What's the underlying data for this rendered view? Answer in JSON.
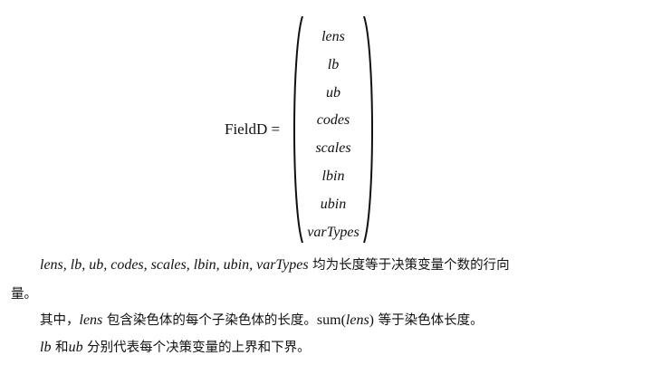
{
  "equation": {
    "lhs": "FieldD =",
    "entries": [
      "lens",
      "lb",
      "ub",
      "codes",
      "scales",
      "lbin",
      "ubin",
      "varTypes"
    ]
  },
  "paragraph1": {
    "vars": "lens, lb, ub, codes, scales, lbin, ubin, varTypes",
    "text": " 均为长度等于决策变量个数的行向",
    "continuation": "量。"
  },
  "paragraph2": {
    "prefix": "其中，",
    "var": "lens",
    "mid": " 包含染色体的每个子染色体的长度。",
    "sum_open": "sum(",
    "sum_var": "lens",
    "sum_close": ")",
    "suffix": " 等于染色体长度。"
  },
  "paragraph3": {
    "var1": "lb",
    "and": " 和",
    "var2": "ub",
    "text": " 分别代表每个决策变量的上界和下界。"
  }
}
